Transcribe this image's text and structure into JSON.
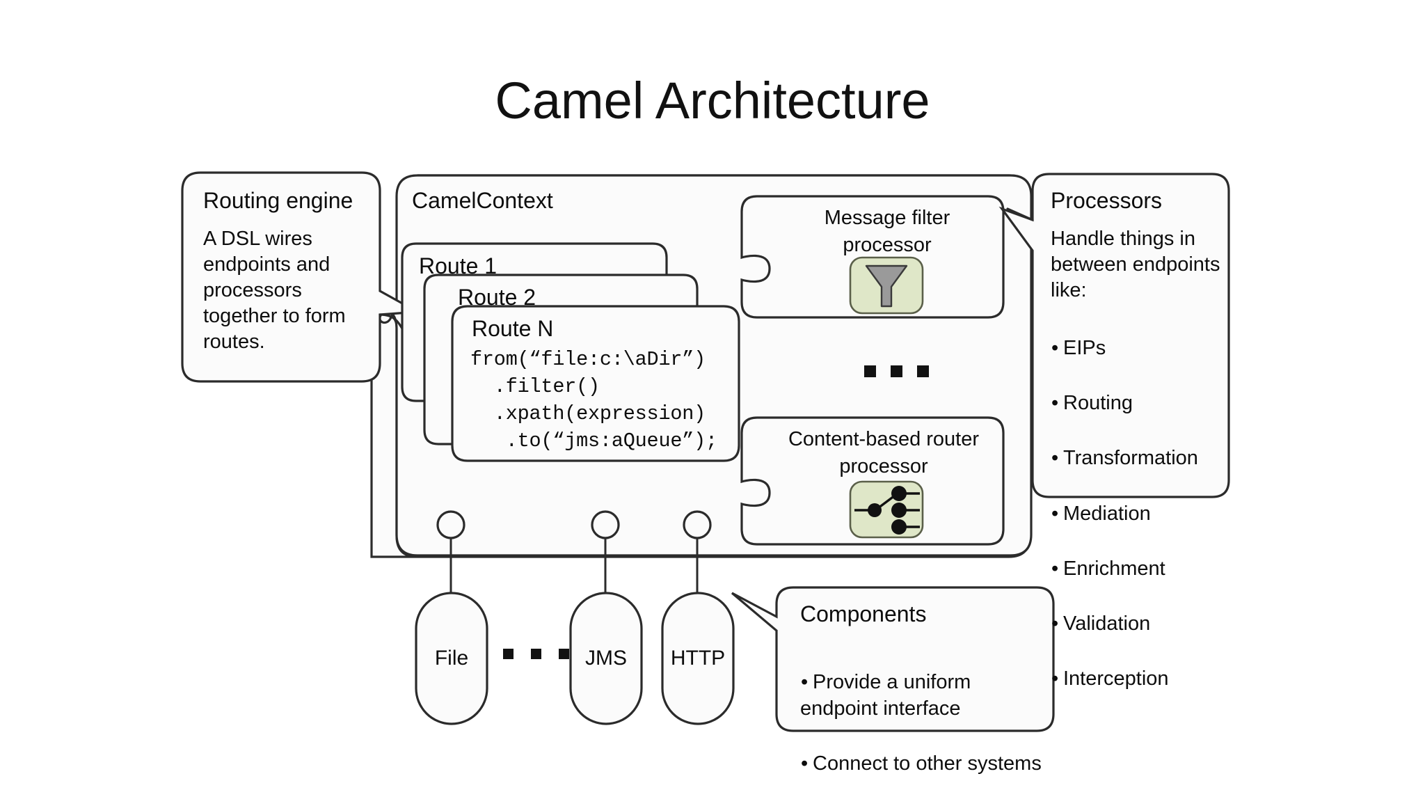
{
  "page": {
    "title": "Camel Architecture",
    "background_color": "#ffffff",
    "line_color": "#2b2b2b",
    "accent_green": "#dfe7c8",
    "icon_gray": "#8c8c8c"
  },
  "routing_engine": {
    "heading": "Routing engine",
    "body": "A DSL wires endpoints and processors together to form routes."
  },
  "camel_context": {
    "label": "CamelContext"
  },
  "routes": [
    {
      "label": "Route 1"
    },
    {
      "label": "Route 2"
    },
    {
      "label": "Route N"
    }
  ],
  "route_code": {
    "lines": [
      "from(“file:c:\\aDir”)",
      "  .filter()",
      "  .xpath(expression)",
      "   .to(“jms:aQueue”);"
    ],
    "text": "from(“file:c:\\aDir”)\n  .filter()\n  .xpath(expression)\n   .to(“jms:aQueue”);"
  },
  "processor_boxes": [
    {
      "title_line1": "Message filter",
      "title_line2": "processor",
      "icon": "funnel-icon"
    },
    {
      "title_line1": "Content-based router",
      "title_line2": "processor",
      "icon": "router-switch-icon"
    }
  ],
  "processors_panel": {
    "heading": "Processors",
    "body": "Handle things in between endpoints like:",
    "items": [
      "EIPs",
      "Routing",
      "Transformation",
      "Mediation",
      "Enrichment",
      "Validation",
      "Interception"
    ]
  },
  "components_panel": {
    "heading": "Components",
    "items": [
      "Provide a uniform endpoint interface",
      "Connect to other systems"
    ]
  },
  "endpoints": [
    {
      "label": "File"
    },
    {
      "label": "JMS"
    },
    {
      "label": "HTTP"
    }
  ],
  "ellipsis": {
    "middle": "▪ ▪ ▪",
    "bottom": "▪ ▪ ▪"
  }
}
